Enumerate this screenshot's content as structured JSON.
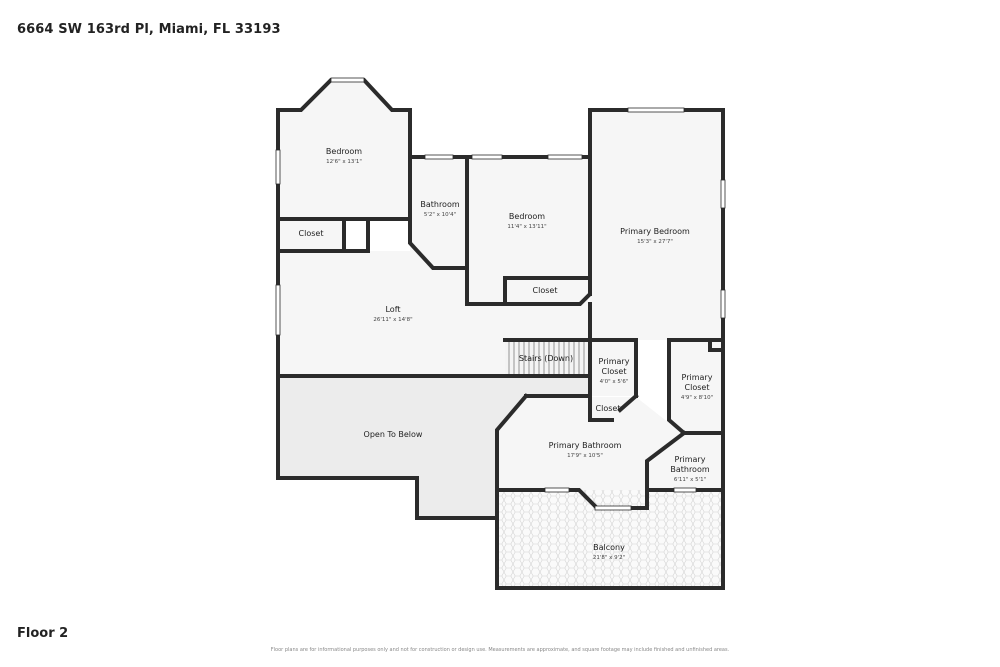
{
  "address": "6664 SW 163rd Pl, Miami, FL 33193",
  "floor_label": "Floor 2",
  "disclaimer": "Floor plans are for informational purposes only and not for construction or design use. Measurements are approximate, and square footage may include finished and unfinished areas.",
  "rooms": {
    "bedroom_1": {
      "name": "Bedroom",
      "dims": "12'6\" x 13'1\""
    },
    "bathroom": {
      "name": "Bathroom",
      "dims": "5'2\" x 10'4\""
    },
    "bedroom_2": {
      "name": "Bedroom",
      "dims": "11'4\" x 13'11\""
    },
    "primary_bedroom": {
      "name": "Primary Bedroom",
      "dims": "15'3\" x 27'7\""
    },
    "closet_1": {
      "name": "Closet"
    },
    "closet_2": {
      "name": "Closet"
    },
    "loft": {
      "name": "Loft",
      "dims": "26'11\" x 14'8\""
    },
    "stairs": {
      "name": "Stairs (Down)"
    },
    "primary_closet_1": {
      "name_line1": "Primary",
      "name_line2": "Closet",
      "dims": "4'0\" x 5'6\""
    },
    "primary_closet_2": {
      "name_line1": "Primary",
      "name_line2": "Closet",
      "dims": "4'9\" x 8'10\""
    },
    "closet_3": {
      "name": "Closet"
    },
    "open_to_below": {
      "name": "Open To Below"
    },
    "primary_bathroom_1": {
      "name": "Primary Bathroom",
      "dims": "17'9\" x 10'5\""
    },
    "primary_bathroom_2": {
      "name_line1": "Primary",
      "name_line2": "Bathroom",
      "dims": "6'11\" x 5'1\""
    },
    "balcony": {
      "name": "Balcony",
      "dims": "21'8\" x 9'2\""
    }
  },
  "colors": {
    "wall": "#2b2b2b",
    "floor": "#f6f6f6",
    "open_below": "#ececec",
    "window": "#ffffff"
  }
}
